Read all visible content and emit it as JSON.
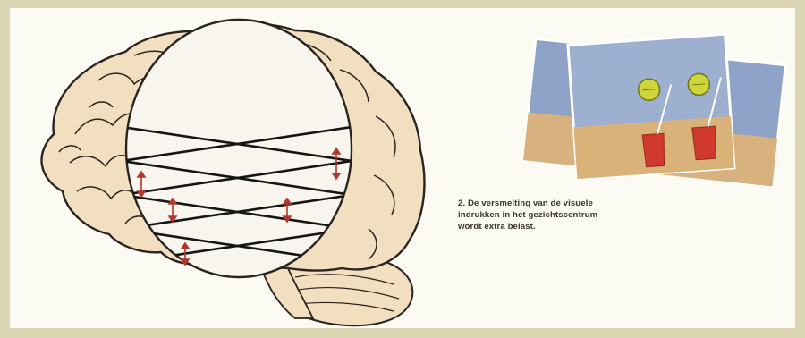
{
  "caption": {
    "lines": [
      "2. De versmelting van de visuele",
      "indrukken in het gezichtscentrum",
      "wordt extra belast."
    ]
  },
  "colors": {
    "background_border": "#dcd5b4",
    "panel": "#fbfaf3",
    "brain_fill": "#f1dfbf",
    "brain_outline": "#2a2420",
    "lens_fill": "#f7f5ee",
    "lattice": "#151515",
    "arrow": "#b2372f",
    "photo_sky": "#8ea3c7",
    "photo_table": "#d8b27e",
    "drink": "#c8382a",
    "lime": "#c8cf3a",
    "caption_text": "#3a342c"
  },
  "icons": {
    "brain": "brain-illustration",
    "lens": "lens-circle-icon",
    "arrows": "double-headed-arrow-icon",
    "photos": "overlapping-photos-drinks"
  }
}
